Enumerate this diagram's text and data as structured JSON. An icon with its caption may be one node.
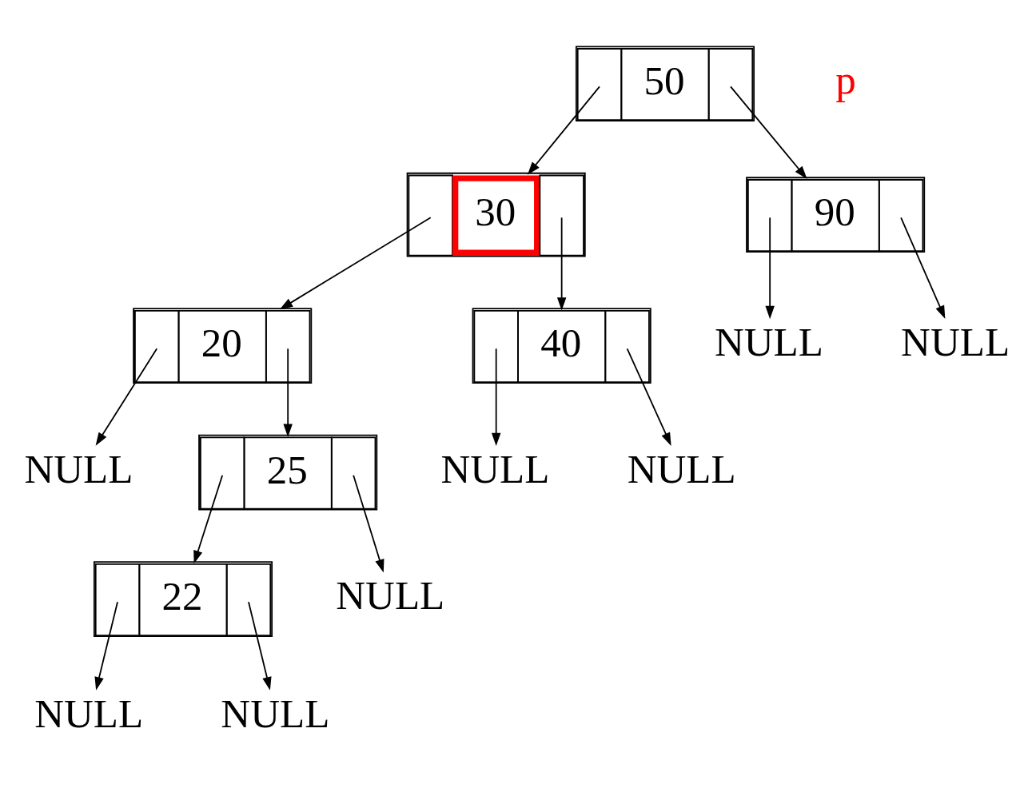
{
  "diagram": {
    "nodes": [
      {
        "text": [
          "50"
        ]
      },
      {
        "text": [
          "30"
        ]
      },
      {
        "text": [
          "90"
        ]
      },
      {
        "text": [
          "NULL"
        ]
      },
      {
        "text": [
          "NULL"
        ]
      },
      {
        "text": [
          "20"
        ]
      },
      {
        "text": [
          "40"
        ]
      },
      {
        "text": [
          "NULL"
        ]
      },
      {
        "text": [
          "NULL"
        ]
      },
      {
        "text": [
          "NULL"
        ]
      },
      {
        "text": [
          "25"
        ]
      },
      {
        "text": [
          "NULL"
        ]
      },
      {
        "text": [
          "22"
        ]
      },
      {
        "text": [
          "NULL"
        ]
      },
      {
        "text": [
          "NULL"
        ]
      }
    ],
    "edges": [
      {
        "from": 0,
        "to": 1,
        "arrow": "to"
      },
      {
        "from": 0,
        "to": 2,
        "arrow": "to"
      },
      {
        "from": 1,
        "to": 5,
        "arrow": "to"
      },
      {
        "from": 1,
        "to": 6,
        "arrow": "to"
      },
      {
        "from": 2,
        "to": 3,
        "arrow": "to"
      },
      {
        "from": 2,
        "to": 4,
        "arrow": "to"
      },
      {
        "from": 5,
        "to": 7,
        "arrow": "to"
      },
      {
        "from": 5,
        "to": 10,
        "arrow": "to"
      },
      {
        "from": 6,
        "to": 8,
        "arrow": "to"
      },
      {
        "from": 6,
        "to": 9,
        "arrow": "to"
      },
      {
        "from": 10,
        "to": 12,
        "arrow": "to"
      },
      {
        "from": 10,
        "to": 11,
        "arrow": "to"
      },
      {
        "from": 12,
        "to": 13,
        "arrow": "to"
      },
      {
        "from": 12,
        "to": 14,
        "arrow": "to"
      }
    ],
    "labels": [
      "p"
    ]
  }
}
